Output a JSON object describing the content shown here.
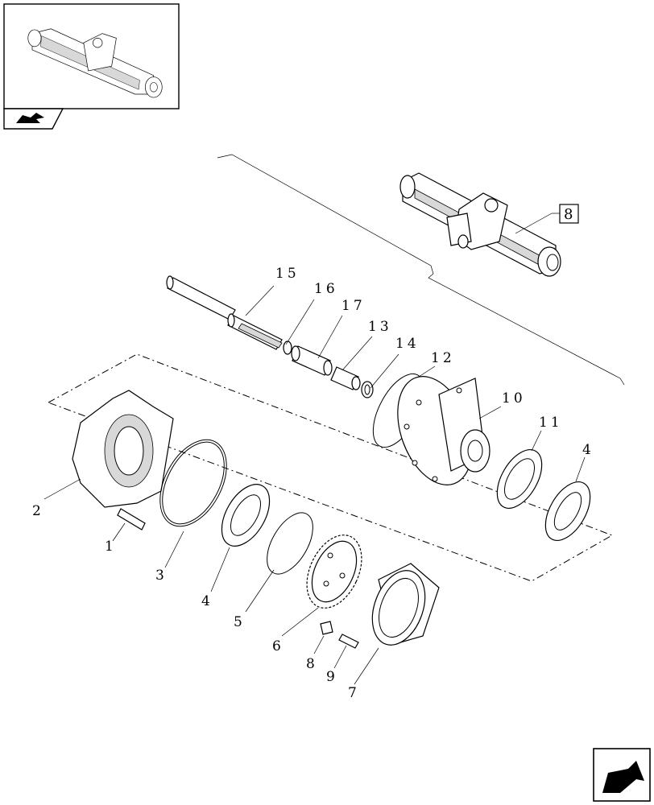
{
  "reference": {
    "label": "8"
  },
  "callouts": [
    {
      "id": "1",
      "text": "1"
    },
    {
      "id": "2",
      "text": "2"
    },
    {
      "id": "3",
      "text": "3"
    },
    {
      "id": "4a",
      "text": "4"
    },
    {
      "id": "4b",
      "text": "4"
    },
    {
      "id": "5",
      "text": "5"
    },
    {
      "id": "6",
      "text": "6"
    },
    {
      "id": "7",
      "text": "7"
    },
    {
      "id": "8",
      "text": "8"
    },
    {
      "id": "9",
      "text": "9"
    },
    {
      "id": "10",
      "text": "10"
    },
    {
      "id": "11",
      "text": "11"
    },
    {
      "id": "12",
      "text": "12"
    },
    {
      "id": "13",
      "text": "13"
    },
    {
      "id": "14",
      "text": "14"
    },
    {
      "id": "15",
      "text": "15"
    },
    {
      "id": "16",
      "text": "16"
    },
    {
      "id": "17",
      "text": "17"
    }
  ],
  "icons": {
    "section": "hand-pointer-icon",
    "next_page": "arrow-next-page-icon"
  }
}
